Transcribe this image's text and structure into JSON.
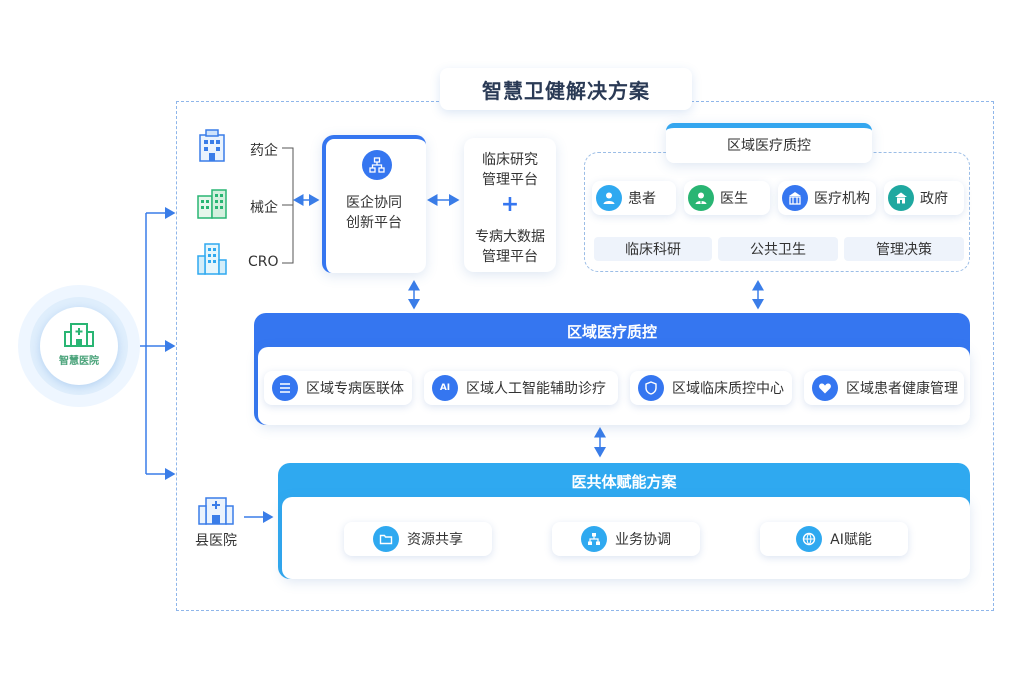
{
  "title": "智慧卫健解决方案",
  "smart_hospital": {
    "label": "智慧医院"
  },
  "left_entities": [
    "药企",
    "械企",
    "CRO"
  ],
  "county_hospital": {
    "label": "县医院"
  },
  "center_platform": {
    "line1": "医企协同",
    "line2": "创新平台"
  },
  "middle_platforms": {
    "top_line1": "临床研究",
    "top_line2": "管理平台",
    "plus": "+",
    "bottom_line1": "专病大数据",
    "bottom_line2": "管理平台"
  },
  "right_panel": {
    "header": "区域医疗质控",
    "stakeholders": [
      "患者",
      "医生",
      "医疗机构",
      "政府"
    ],
    "uses": [
      "临床科研",
      "公共卫生",
      "管理决策"
    ]
  },
  "regional_qc": {
    "header": "区域医疗质控",
    "items": [
      "区域专病医联体",
      "区域人工智能辅助诊疗",
      "区域临床质控中心",
      "区域患者健康管理"
    ]
  },
  "empowerment": {
    "header": "医共体赋能方案",
    "items": [
      "资源共享",
      "业务协调",
      "AI赋能"
    ]
  },
  "colors": {
    "blue": "#3576f0",
    "cyan": "#2fa9f0",
    "green": "#29b573",
    "frame": "#8fb6ea"
  }
}
